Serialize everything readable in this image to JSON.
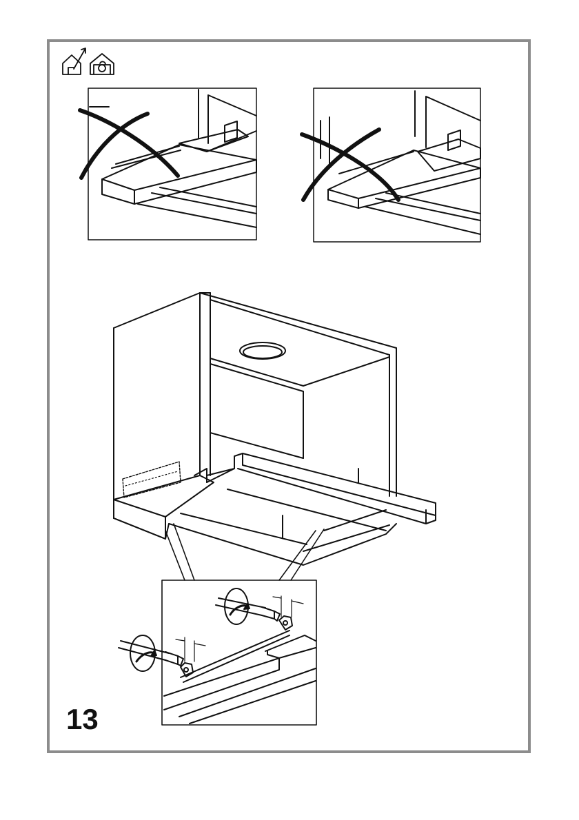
{
  "page": {
    "step_number": "13",
    "icons": [
      "home-with-arrow-icon",
      "home-with-recycle-icon"
    ],
    "frame_color": "#8c8c8c",
    "line_color": "#111111"
  },
  "panels": {
    "top_left": {
      "state": "incorrect"
    },
    "top_right": {
      "state": "incorrect"
    },
    "main": {
      "subject": "cabinet-with-hood-rails"
    },
    "detail": {
      "subject": "screwdriver-fixing-brackets"
    }
  }
}
